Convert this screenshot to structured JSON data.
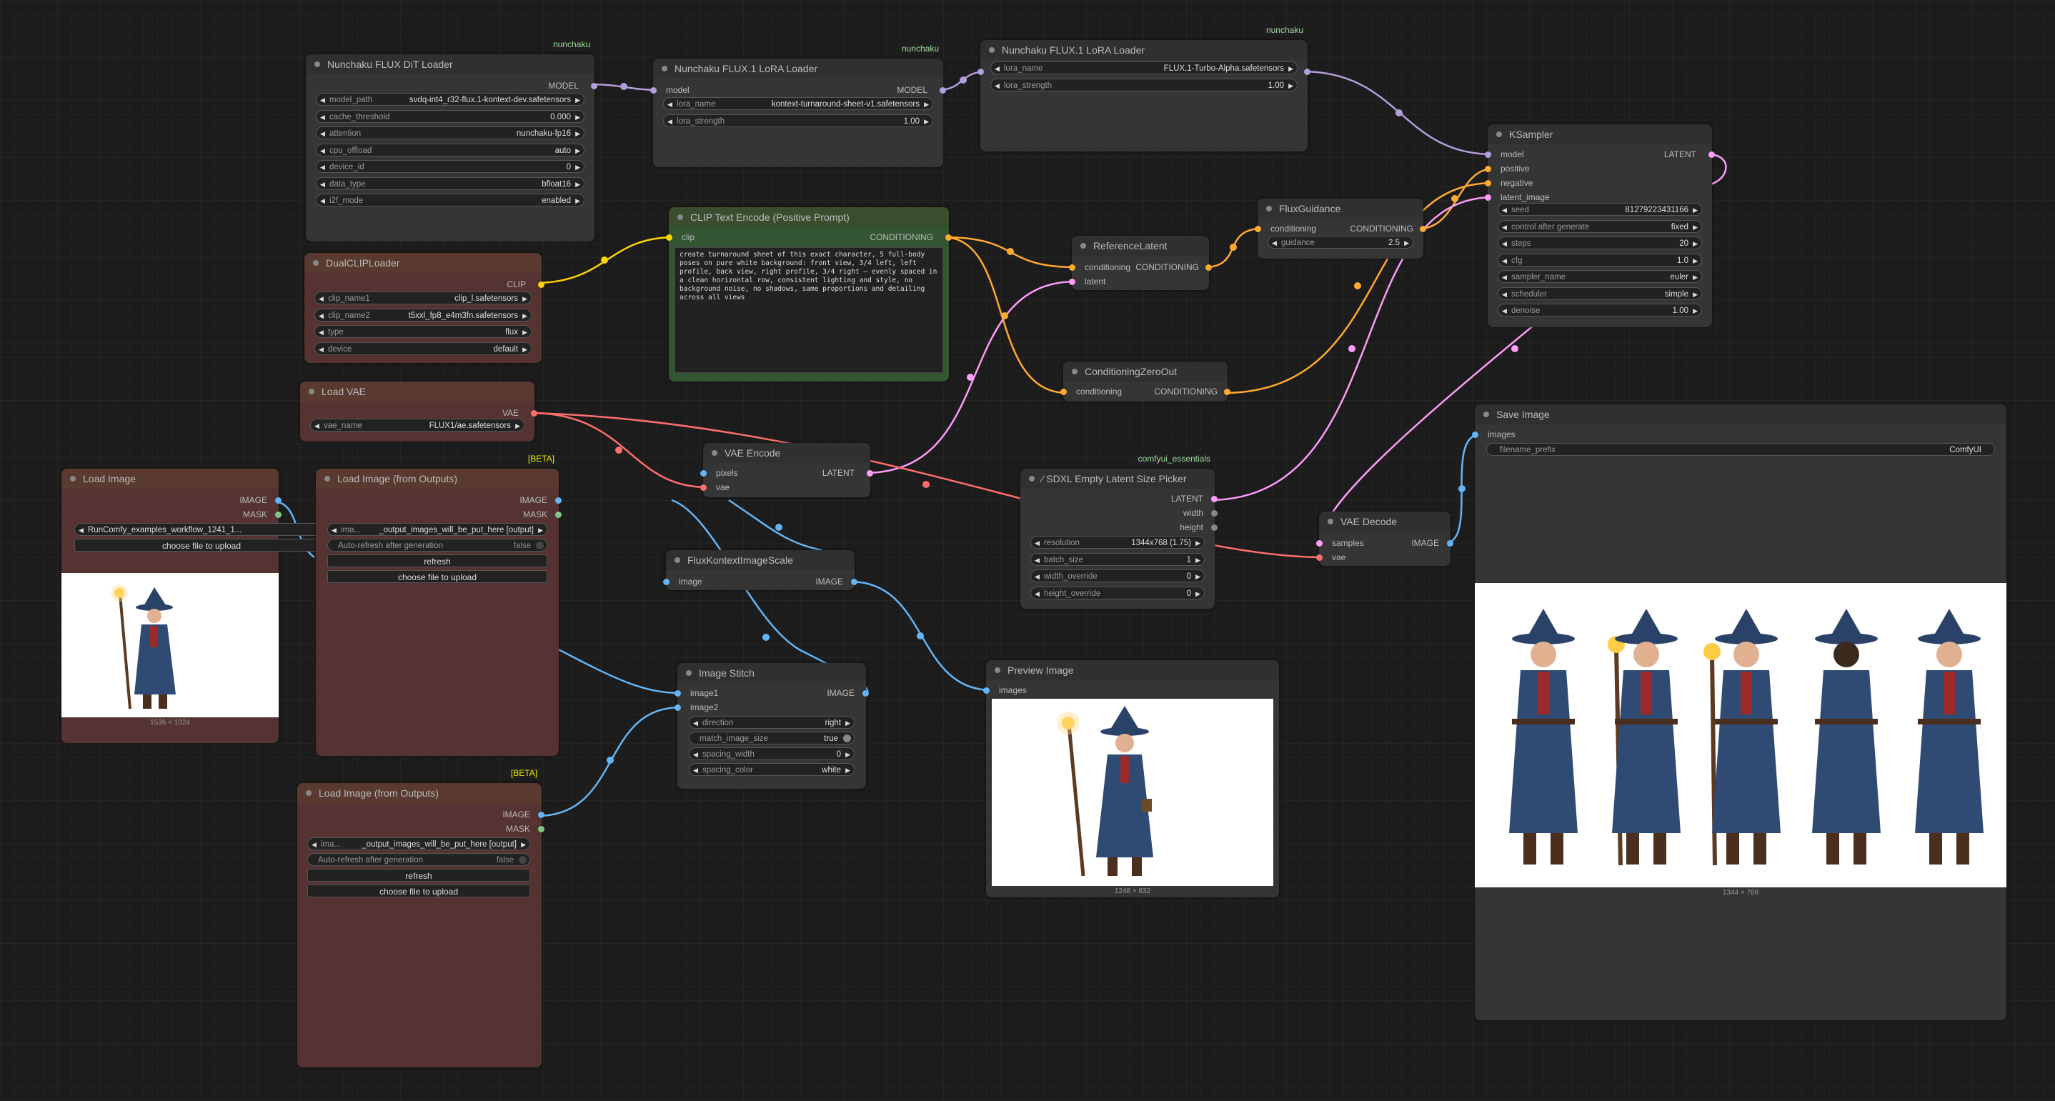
{
  "colors": {
    "model": "#b39ddb",
    "clip": "#ffd500",
    "conditioning": "#ffa931",
    "latent": "#ff9cf9",
    "vae": "#ff6e6e",
    "image": "#64b5f6",
    "canvas": "#1c1c1c",
    "node": "#353535"
  },
  "dit": {
    "badge": "nunchaku",
    "title": "Nunchaku FLUX DiT Loader",
    "out": "MODEL",
    "w": [
      [
        "model_path",
        "svdq-int4_r32-flux.1-kontext-dev.safetensors"
      ],
      [
        "cache_threshold",
        "0.000"
      ],
      [
        "attention",
        "nunchaku-fp16"
      ],
      [
        "cpu_offload",
        "auto"
      ],
      [
        "device_id",
        "0"
      ],
      [
        "data_type",
        "bfloat16"
      ],
      [
        "i2f_mode",
        "enabled"
      ]
    ]
  },
  "lora1": {
    "badge": "nunchaku",
    "title": "Nunchaku FLUX.1 LoRA Loader",
    "in": "model",
    "out": "MODEL",
    "w": [
      [
        "lora_name",
        "kontext-turnaround-sheet-v1.safetensors"
      ],
      [
        "lora_strength",
        "1.00"
      ]
    ]
  },
  "lora2": {
    "badge": "nunchaku",
    "title": "Nunchaku FLUX.1 LoRA Loader",
    "in": "model",
    "out": "MODEL",
    "w": [
      [
        "lora_name",
        "FLUX.1-Turbo-Alpha.safetensors"
      ],
      [
        "lora_strength",
        "1.00"
      ]
    ]
  },
  "ksampler": {
    "title": "KSampler",
    "in": [
      "model",
      "positive",
      "negative",
      "latent_image"
    ],
    "out": "LATENT",
    "w": [
      [
        "seed",
        "812792234311​66"
      ],
      [
        "control after generate",
        "fixed"
      ],
      [
        "steps",
        "20"
      ],
      [
        "cfg",
        "1.0"
      ],
      [
        "sampler_name",
        "euler"
      ],
      [
        "scheduler",
        "simple"
      ],
      [
        "denoise",
        "1.00"
      ]
    ]
  },
  "dualclip": {
    "title": "DualCLIPLoader",
    "out": "CLIP",
    "w": [
      [
        "clip_name1",
        "clip_l.safetensors"
      ],
      [
        "clip_name2",
        "t5xxl_fp8_e4m3fn.safetensors"
      ],
      [
        "type",
        "flux"
      ],
      [
        "device",
        "default"
      ]
    ]
  },
  "cliptext": {
    "title": "CLIP Text Encode (Positive Prompt)",
    "in": "clip",
    "out": "CONDITIONING",
    "text": "create turnaround sheet of this exact character, 5 full-body poses on pure white background: front view, 3/4 left, left profile, back view, right profile, 3/4 right — evenly spaced in a clean horizontal row, consistent lighting and style, no background noise, no shadows, same proportions and detailing across all views"
  },
  "reflatent": {
    "title": "ReferenceLatent",
    "in": [
      "conditioning",
      "latent"
    ],
    "out": "CONDITIONING"
  },
  "guidance": {
    "title": "FluxGuidance",
    "in": "conditioning",
    "out": "CONDITIONING",
    "w": [
      [
        "guidance",
        "2.5"
      ]
    ]
  },
  "zeroout": {
    "title": "ConditioningZeroOut",
    "in": "conditioning",
    "out": "CONDITIONING"
  },
  "loadvae": {
    "title": "Load VAE",
    "out": "VAE",
    "w": [
      [
        "vae_name",
        "FLUX1/ae.safetensors"
      ]
    ]
  },
  "vaeenc": {
    "title": "VAE Encode",
    "in": [
      "pixels",
      "vae"
    ],
    "out": "LATENT"
  },
  "loadimg": {
    "title": "Load Image",
    "out": [
      "IMAGE",
      "MASK"
    ],
    "file": "RunComfy_examples_workflow_1241_1...",
    "upload": "choose file to upload",
    "size": "1536 × 1024"
  },
  "loadout1": {
    "badge": "[BETA]",
    "title": "Load Image (from Outputs)",
    "out": [
      "IMAGE",
      "MASK"
    ],
    "file": "_output_images_will_be_put_here [output]",
    "file_lbl": "ima...",
    "auto_lbl": "Auto-refresh after generation",
    "auto_val": "false",
    "refresh": "refresh",
    "upload": "choose file to upload"
  },
  "loadout2": {
    "badge": "[BETA]",
    "title": "Load Image (from Outputs)",
    "out": [
      "IMAGE",
      "MASK"
    ],
    "file": "_output_images_will_be_put_here [output]",
    "file_lbl": "ima...",
    "auto_lbl": "Auto-refresh after generation",
    "auto_val": "false",
    "refresh": "refresh",
    "upload": "choose file to upload"
  },
  "scale": {
    "title": "FluxKontextImageScale",
    "in": "image",
    "out": "IMAGE"
  },
  "stitch": {
    "title": "Image Stitch",
    "in": [
      "image1",
      "image2"
    ],
    "out": "IMAGE",
    "w": [
      [
        "direction",
        "right"
      ],
      [
        "spacing_width",
        "0"
      ],
      [
        "spacing_color",
        "white"
      ]
    ],
    "match_lbl": "match_image_size",
    "match_val": "true"
  },
  "sdxl": {
    "badge": "comfyui_essentials",
    "title": "SDXL Empty Latent Size Picker",
    "out": [
      "LATENT",
      "width",
      "height"
    ],
    "w": [
      [
        "resolution",
        "1344x768 (1.75)"
      ],
      [
        "batch_size",
        "1"
      ],
      [
        "width_override",
        "0"
      ],
      [
        "height_override",
        "0"
      ]
    ]
  },
  "vaedec": {
    "title": "VAE Decode",
    "in": [
      "samples",
      "vae"
    ],
    "out": "IMAGE"
  },
  "preview": {
    "title": "Preview Image",
    "in": "images",
    "size": "1248 × 832"
  },
  "save": {
    "title": "Save Image",
    "in": "images",
    "prefix_lbl": "filename_prefix",
    "prefix_val": "ComfyUI",
    "size": "1344 × 768"
  }
}
